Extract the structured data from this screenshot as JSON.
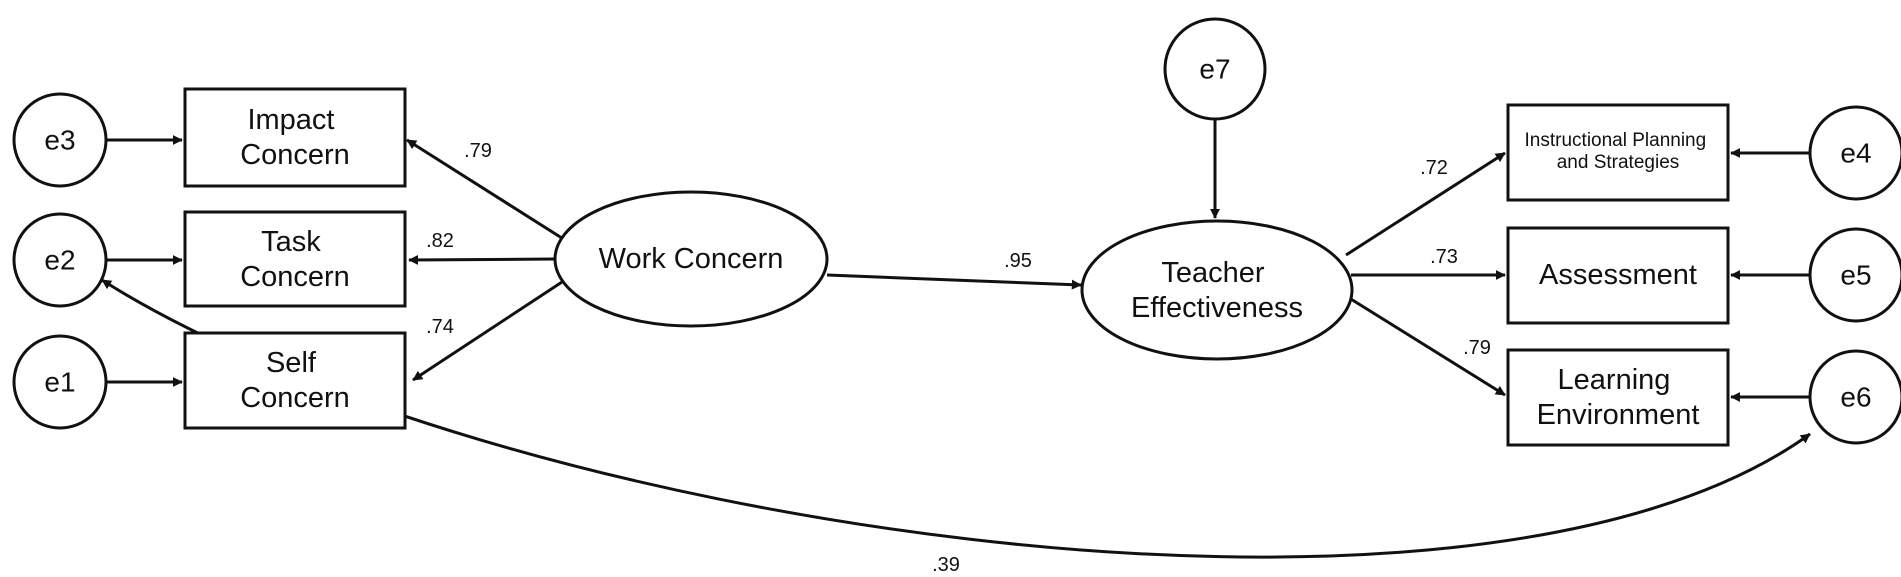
{
  "latent": {
    "work_concern": "Work Concern",
    "teacher_effectiveness": [
      "Teacher",
      "Effectiveness"
    ]
  },
  "observed": {
    "impact_concern": [
      "Impact",
      "Concern"
    ],
    "task_concern": [
      "Task",
      "Concern"
    ],
    "self_concern": [
      "Self",
      "Concern"
    ],
    "instructional_planning": [
      "Instructional Planning",
      "and Strategies"
    ],
    "assessment": "Assessment",
    "learning_environment": [
      "Learning",
      "Environment"
    ]
  },
  "errors": {
    "e1": "e1",
    "e2": "e2",
    "e3": "e3",
    "e4": "e4",
    "e5": "e5",
    "e6": "e6",
    "e7": "e7"
  },
  "coefficients": {
    "work_to_impact": ".79",
    "work_to_task": ".82",
    "work_to_self": ".74",
    "work_to_teacher": ".95",
    "teacher_to_instructional": ".72",
    "teacher_to_assessment": ".73",
    "teacher_to_learning": ".79",
    "e2_with_e6": ".39"
  }
}
